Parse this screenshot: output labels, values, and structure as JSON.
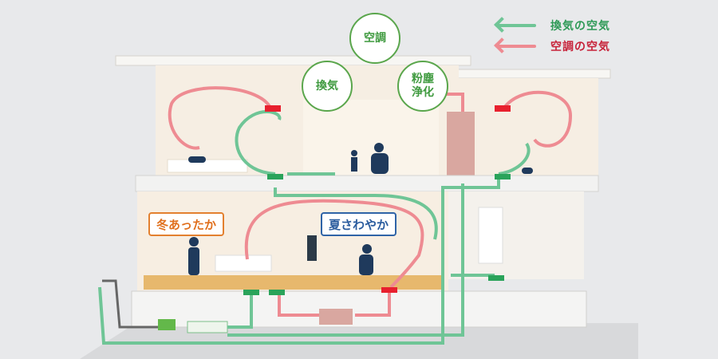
{
  "legend": [
    {
      "label": "換気の空気",
      "color": "#6fc596"
    },
    {
      "label": "空調の空気",
      "color": "#ee8b92"
    }
  ],
  "functions": {
    "air_conditioning": "空調",
    "ventilation": "換気",
    "dust_line1": "粉塵",
    "dust_line2": "浄化"
  },
  "tags": {
    "winter": "冬あったか",
    "summer": "夏さわやか"
  },
  "colors": {
    "ventilation": "#6fc596",
    "conditioning": "#ee8b92",
    "vent_unit": "#2aa35a",
    "ac_unit": "#e8202e"
  }
}
